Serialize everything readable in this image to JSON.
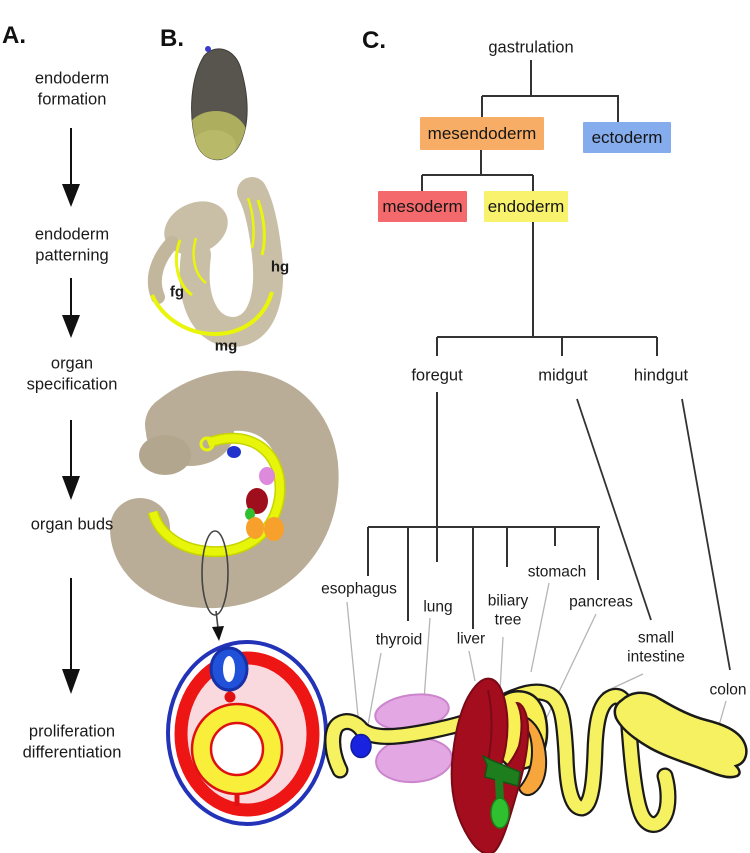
{
  "panel_a": {
    "label": "A.",
    "steps": [
      {
        "label": "endoderm\nformation"
      },
      {
        "label": "endoderm\npatterning"
      },
      {
        "label": "organ\nspecification"
      },
      {
        "label": "organ buds"
      },
      {
        "label": "proliferation\ndifferentiation"
      }
    ]
  },
  "panel_b": {
    "label": "B.",
    "gut_tube_labels": [
      {
        "label": "fg"
      },
      {
        "label": "hg"
      },
      {
        "label": "mg"
      }
    ]
  },
  "panel_c": {
    "label": "C.",
    "tree": {
      "root": "gastrulation",
      "level1": [
        {
          "label": "mesendoderm",
          "color": "#F7AD66"
        },
        {
          "label": "ectoderm",
          "color": "#85ACEC"
        }
      ],
      "level2": [
        {
          "label": "mesoderm",
          "color": "#F4696C"
        },
        {
          "label": "endoderm",
          "color": "#F8F26D"
        }
      ],
      "gut_regions": [
        {
          "label": "foregut"
        },
        {
          "label": "midgut"
        },
        {
          "label": "hindgut"
        }
      ],
      "organs": [
        {
          "label": "esophagus"
        },
        {
          "label": "thyroid"
        },
        {
          "label": "lung"
        },
        {
          "label": "liver"
        },
        {
          "label": "biliary\ntree"
        },
        {
          "label": "stomach"
        },
        {
          "label": "pancreas"
        },
        {
          "label": "small\nintestine"
        },
        {
          "label": "colon"
        }
      ]
    },
    "colors": {
      "gut_tube_yellow": "#F5F160",
      "liver_red": "#A30D1E",
      "stomach_yellow": "#F8F055",
      "pancreas_orange": "#F7A63C",
      "lung_violet": "#E3A8E3",
      "thyroid_blue": "#1822DF",
      "biliary_green": "#1E7E1E",
      "gallbladder_green": "#2FBF2F",
      "cross_section_outer_blue": "#2233B8",
      "cross_section_red": "#EE1515",
      "cross_section_pink": "#F9D9DE",
      "cross_section_yellow": "#F9EF3A"
    }
  }
}
